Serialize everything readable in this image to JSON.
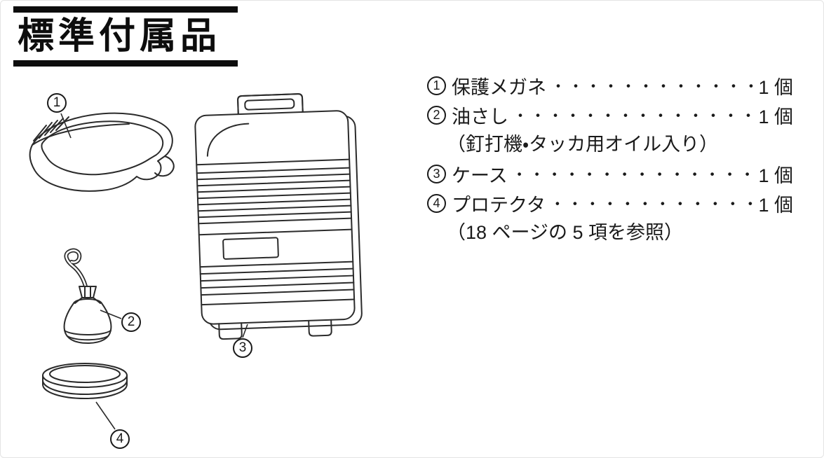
{
  "page": {
    "title": "標準付属品"
  },
  "list": {
    "items": [
      {
        "number": "1",
        "label": "保護メガネ",
        "dots": "・・・・・・・・・・・・・・・・・・・・・・・・",
        "qty": "1 個"
      },
      {
        "number": "2",
        "label": "油さし",
        "dots": "・・・・・・・・・・・・・・・・・・・・・・・・",
        "qty": "1 個",
        "note": "（釘打機・タッカ用オイル入り）"
      },
      {
        "number": "3",
        "label": "ケース",
        "dots": "・・・・・・・・・・・・・・・・・・・・・・・・",
        "qty": "1 個"
      },
      {
        "number": "4",
        "label": "プロテクタ",
        "dots": "・・・・・・・・・・・・・・・・・・・・・・・・",
        "qty": "1 個",
        "note": "（18 ページの 5 項を参照）"
      }
    ]
  },
  "illustrations": {
    "glasses": "safety-glasses",
    "oiler": "oil-can",
    "case": "carrying-case",
    "protector": "protector-disc"
  }
}
